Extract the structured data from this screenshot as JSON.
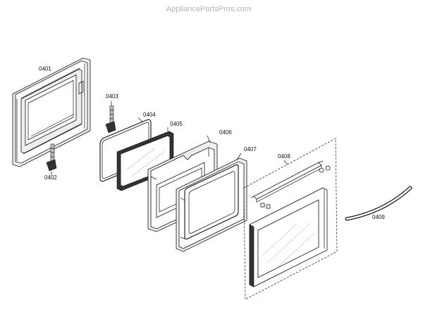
{
  "watermark": "AppliancePartsPros.com",
  "parts": {
    "p0401": "0401",
    "p0402": "0402",
    "p0403": "0403",
    "p0404": "0404",
    "p0405": "0405",
    "p0406": "0406",
    "p0407": "0407",
    "p0408": "0408",
    "p0409": "0409"
  }
}
